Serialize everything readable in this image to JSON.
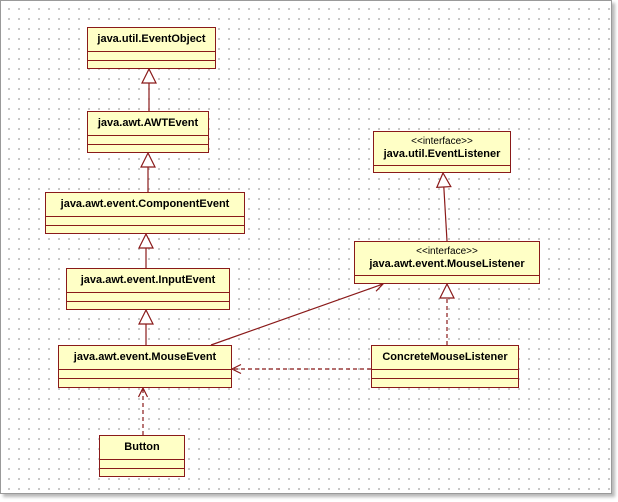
{
  "diagram": {
    "classes": {
      "event_object": {
        "name": "java.util.EventObject"
      },
      "awt_event": {
        "name": "java.awt.AWTEvent"
      },
      "component_event": {
        "name": "java.awt.event.ComponentEvent"
      },
      "input_event": {
        "name": "java.awt.event.InputEvent"
      },
      "mouse_event": {
        "name": "java.awt.event.MouseEvent"
      },
      "button": {
        "name": "Button"
      },
      "event_listener": {
        "stereotype": "<<interface>>",
        "name": "java.util.EventListener"
      },
      "mouse_listener": {
        "stereotype": "<<interface>>",
        "name": "java.awt.event.MouseListener"
      },
      "concrete_mouse_listener": {
        "name": "ConcreteMouseListener"
      }
    },
    "relations": [
      {
        "kind": "generalization",
        "from": "awt_event",
        "to": "event_object"
      },
      {
        "kind": "generalization",
        "from": "component_event",
        "to": "awt_event"
      },
      {
        "kind": "generalization",
        "from": "input_event",
        "to": "component_event"
      },
      {
        "kind": "generalization",
        "from": "mouse_event",
        "to": "input_event"
      },
      {
        "kind": "generalization",
        "from": "mouse_listener",
        "to": "event_listener"
      },
      {
        "kind": "realization",
        "from": "concrete_mouse_listener",
        "to": "mouse_listener"
      },
      {
        "kind": "association",
        "from": "mouse_event",
        "to": "mouse_listener"
      },
      {
        "kind": "dependency",
        "from": "concrete_mouse_listener",
        "to": "mouse_event"
      },
      {
        "kind": "dependency",
        "from": "button",
        "to": "mouse_event"
      }
    ],
    "colors": {
      "border": "#8a1a1a",
      "fill": "#ffffc6",
      "line": "#8a1a1a",
      "grid_dot": "#b8b8b8"
    }
  }
}
